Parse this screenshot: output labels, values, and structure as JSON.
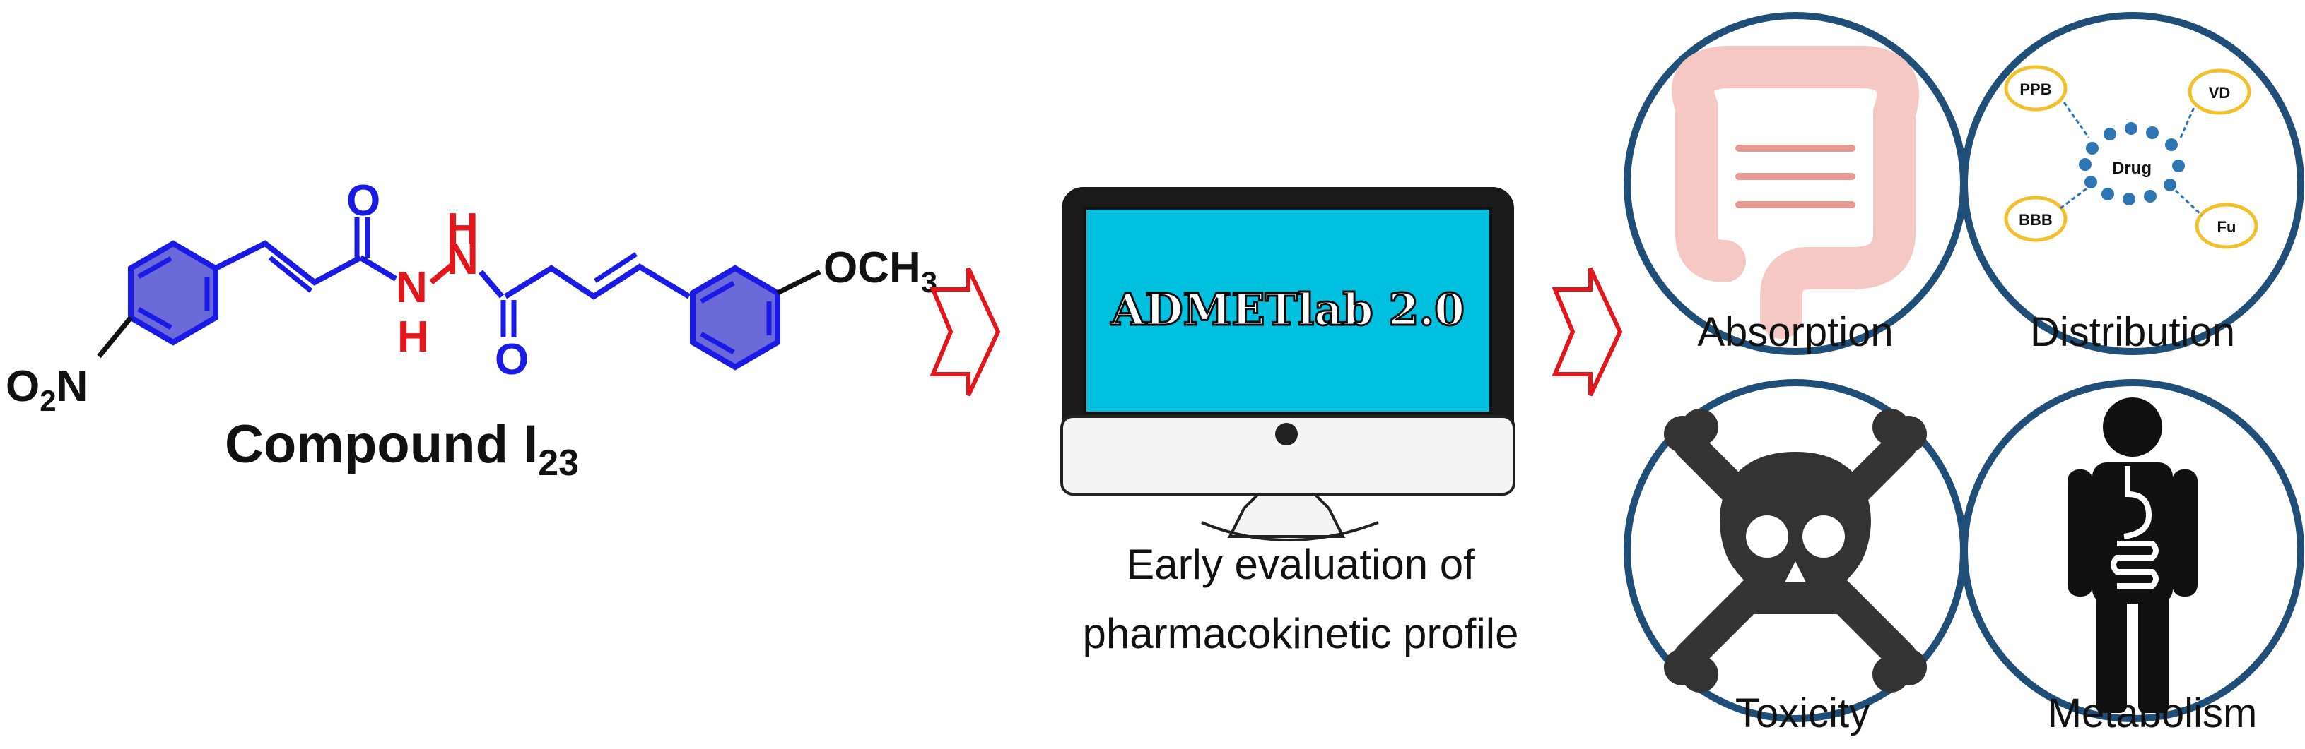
{
  "compound": {
    "name": "Compound I",
    "subscript": "23",
    "labels": {
      "nitro_O": "O",
      "nitro_sub": "2",
      "nitro_N": "N",
      "methoxy": "OCH",
      "methoxy_sub": "3",
      "carbonyl_o": "O",
      "hydrazide_n": "N",
      "hydrazide_h": "H"
    }
  },
  "software": {
    "screen_text": "ADMETlab 2.0",
    "caption_line1": "Early evaluation of",
    "caption_line2": "pharmacokinetic profile"
  },
  "profile": {
    "absorption": "Absorption",
    "distribution": "Distribution",
    "toxicity": "Toxicity",
    "metabolism": "Metabolism"
  },
  "distribution_diagram": {
    "center": "Drug",
    "nodes": [
      "PPB",
      "VD",
      "BBB",
      "Fu"
    ]
  },
  "colors": {
    "ring_blue": "#1a1ae6",
    "ring_fill": "#6a6ad8",
    "hetero_red": "#e3161b",
    "arrow_red": "#e3161b",
    "circle_border": "#1f4e79",
    "screen_cyan": "#00c0e0",
    "node_yellow": "#f2c02a",
    "dot_blue": "#2e75b6"
  }
}
